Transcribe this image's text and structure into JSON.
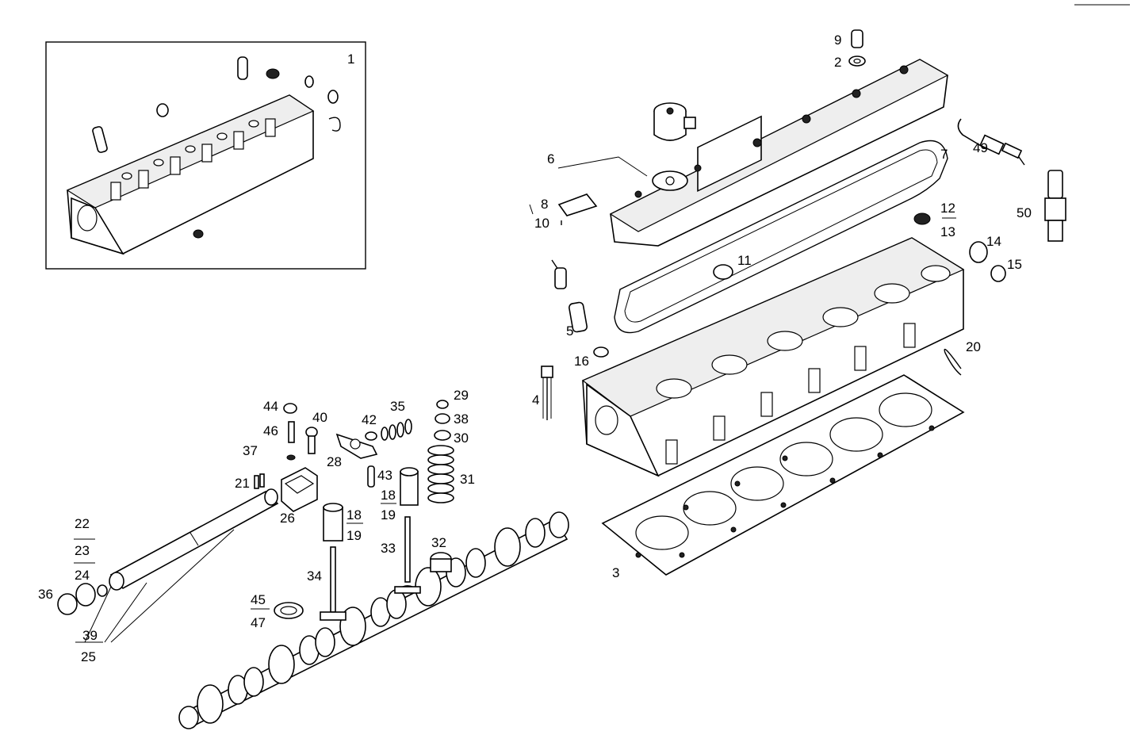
{
  "labels": {
    "p1": "1",
    "p2": "2",
    "p3": "3",
    "p4": "4",
    "p5": "5",
    "p6": "6",
    "p7": "7",
    "p8": "8",
    "p9": "9",
    "p10": "10",
    "p11": "11",
    "p12": "12",
    "p13": "13",
    "p14": "14",
    "p15": "15",
    "p16": "16",
    "p18a": "18",
    "p19a": "19",
    "p18b": "18",
    "p19b": "19",
    "p20": "20",
    "p21": "21",
    "p22": "22",
    "p23": "23",
    "p24": "24",
    "p25": "25",
    "p26": "26",
    "p28": "28",
    "p29": "29",
    "p30": "30",
    "p31": "31",
    "p32": "32",
    "p33": "33",
    "p34": "34",
    "p35": "35",
    "p36": "36",
    "p37": "37",
    "p38": "38",
    "p39": "39",
    "p40": "40",
    "p42": "42",
    "p43": "43",
    "p44": "44",
    "p45": "45",
    "p46": "46",
    "p47": "47",
    "p49": "49",
    "p50": "50"
  }
}
